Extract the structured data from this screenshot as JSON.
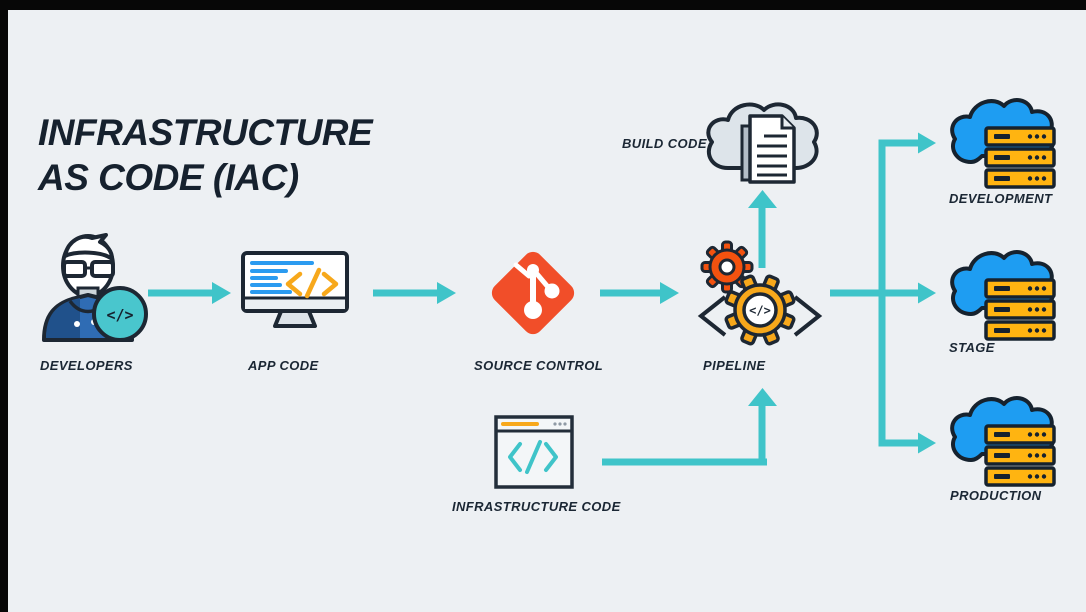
{
  "title": {
    "line1": "INFRASTRUCTURE",
    "line2": "AS CODE (IAC)"
  },
  "nodes": {
    "developers": {
      "label": "DEVELOPERS",
      "icon": "developer-person-icon"
    },
    "app_code": {
      "label": "APP CODE",
      "icon": "monitor-code-icon"
    },
    "source_control": {
      "label": "SOURCE CONTROL",
      "icon": "git-icon"
    },
    "pipeline": {
      "label": "PIPELINE",
      "icon": "pipeline-gears-icon"
    },
    "build_code": {
      "label": "BUILD CODE",
      "icon": "cloud-document-icon"
    },
    "infrastructure_code": {
      "label": "INFRASTRUCTURE CODE",
      "icon": "browser-code-icon"
    },
    "development": {
      "label": "DEVELOPMENT",
      "icon": "cloud-servers-icon"
    },
    "stage": {
      "label": "STAGE",
      "icon": "cloud-servers-icon"
    },
    "production": {
      "label": "PRODUCTION",
      "icon": "cloud-servers-icon"
    }
  },
  "symbols": {
    "code": "</>"
  },
  "colors": {
    "background": "#edf0f3",
    "frame_black": "#070707",
    "ink_navy": "#1b2734",
    "arrow_teal": "#3fc4c9",
    "badge_teal": "#49c6cd",
    "git_orange": "#f14e29",
    "gear_red": "#f3520f",
    "gear_yellow": "#f7a81b",
    "cloud_blue": "#1e9df2",
    "server_yellow": "#ffb411",
    "code_line_blue": "#2b9bf0",
    "build_cloud_gray": "#dde4ea"
  }
}
